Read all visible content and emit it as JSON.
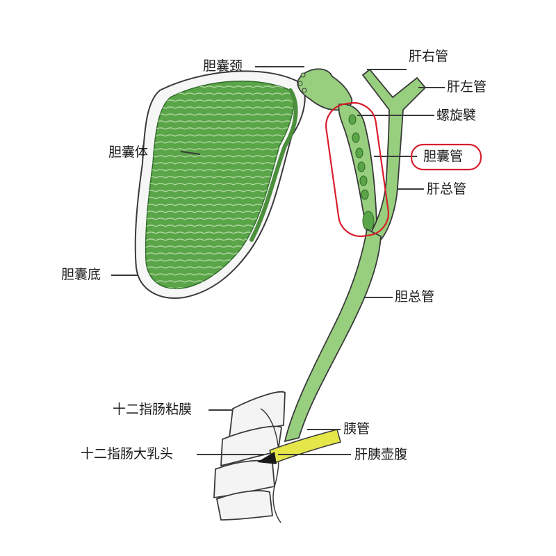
{
  "labels": {
    "gallbladder_neck": "胆囊颈",
    "right_hepatic_duct": "肝右管",
    "left_hepatic_duct": "肝左管",
    "spiral_valve": "螺旋襞",
    "cystic_duct": "胆囊管",
    "common_hepatic_duct": "肝总管",
    "gallbladder_body": "胆囊体",
    "gallbladder_fundus": "胆囊底",
    "common_bile_duct": "胆总管",
    "duodenal_mucosa": "十二指肠粘膜",
    "pancreatic_duct": "胰管",
    "major_duodenal_papilla": "十二指肠大乳头",
    "hepatopancreatic_ampulla": "肝胰壶腹"
  },
  "highlight": {
    "target": "cystic_duct",
    "color": "#d81e2c"
  },
  "colors": {
    "bile_green": "#97cf7e",
    "tissue_green": "#5aa548",
    "pancreatic_yellow": "#e4e64a",
    "outline": "#3a3a3a"
  }
}
